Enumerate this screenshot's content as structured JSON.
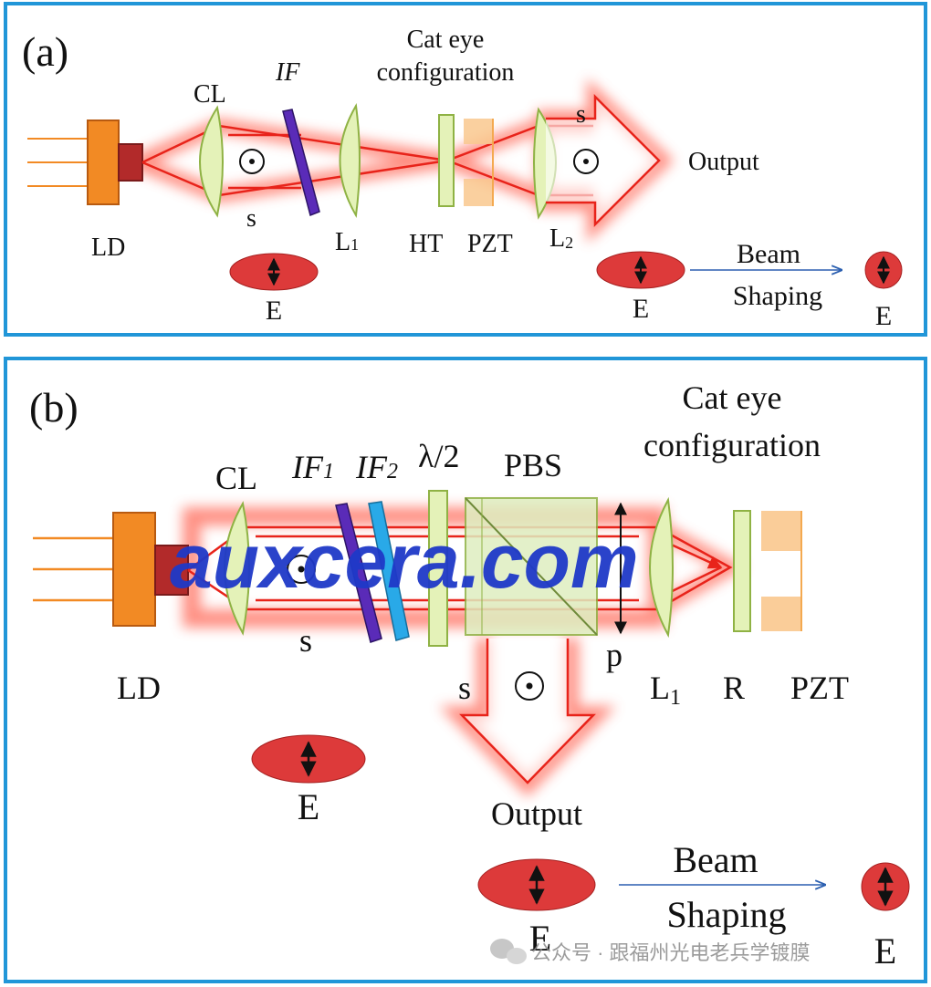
{
  "panel_a": {
    "label": "(a)",
    "cat_eye_line1": "Cat eye",
    "cat_eye_line2": "configuration",
    "cl": "CL",
    "if": "IF",
    "s_top": "s",
    "s_bottom": "s",
    "output": "Output",
    "ld": "LD",
    "l1": "L",
    "l1_sub": "1",
    "ht": "HT",
    "pzt": "PZT",
    "l2": "L",
    "l2_sub": "2",
    "beam": "Beam",
    "shaping": "Shaping",
    "e_left": "E",
    "e_mid": "E",
    "e_right": "E"
  },
  "panel_b": {
    "label": "(b)",
    "cat_eye_line1": "Cat eye",
    "cat_eye_line2": "configuration",
    "cl": "CL",
    "if1": "IF",
    "if1_sub": "1",
    "if2": "IF",
    "if2_sub": "2",
    "half_wave": "λ/2",
    "pbs": "PBS",
    "s_left": "s",
    "s_out": "s",
    "p": "p",
    "ld": "LD",
    "l1": "L",
    "l1_sub": "1",
    "r": "R",
    "pzt": "PZT",
    "output": "Output",
    "beam": "Beam",
    "shaping": "Shaping",
    "e_left": "E",
    "e_mid": "E",
    "e_right": "E"
  },
  "watermark": {
    "text": "auxcera.com",
    "wechat": "公众号 · 跟福州光电老兵学镀膜"
  },
  "colors": {
    "frame": "#2196d8",
    "beam": "#e8231a",
    "glow": "#ff6b5a",
    "lens": "#e4f2b8",
    "diode": "#f28a24",
    "chip": "#b22a2a",
    "if_purple": "#5a2bb8",
    "if_blue": "#29a9e8",
    "pzt": "#f9c88e",
    "ellipse": "#dd3a3a",
    "arrow_blue": "#2b5fb0",
    "watermark": "#1f39c8"
  }
}
